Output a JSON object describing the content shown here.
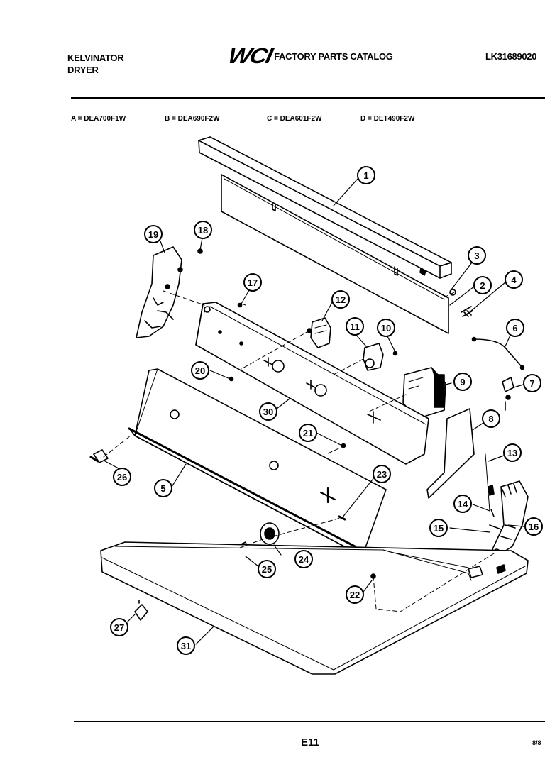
{
  "header": {
    "brand_line1": "KELVINATOR",
    "brand_line2": "DRYER",
    "logo": "WCI",
    "catalog_title": "FACTORY PARTS CATALOG",
    "doc_number": "LK31689020"
  },
  "models": [
    {
      "label": "A = DEA700F1W"
    },
    {
      "label": "B = DEA690F2W"
    },
    {
      "label": "C = DEA601F2W"
    },
    {
      "label": "D = DET490F2W"
    }
  ],
  "callouts": [
    "1",
    "2",
    "3",
    "4",
    "5",
    "6",
    "7",
    "8",
    "9",
    "10",
    "11",
    "12",
    "13",
    "14",
    "15",
    "16",
    "17",
    "18",
    "19",
    "20",
    "21",
    "22",
    "23",
    "24",
    "25",
    "26",
    "27",
    "30",
    "31"
  ],
  "footer": {
    "page": "E11",
    "date": "8/8"
  }
}
